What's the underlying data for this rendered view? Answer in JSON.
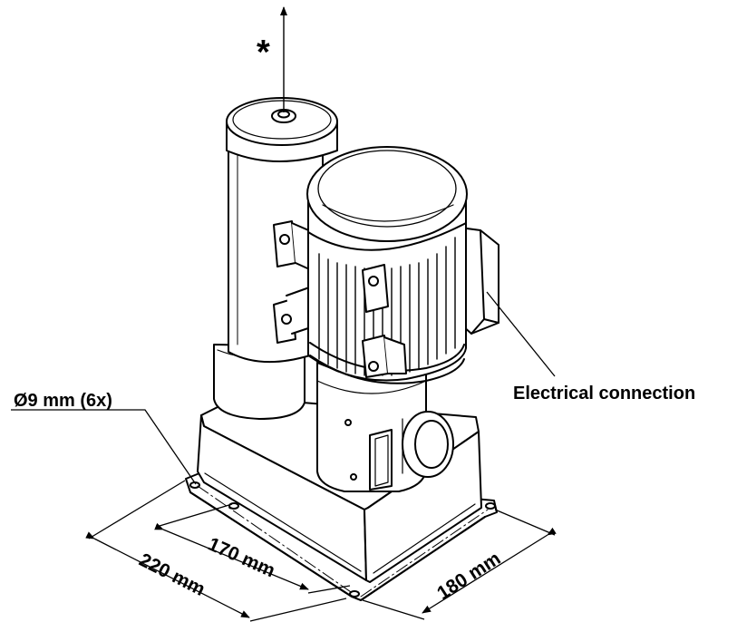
{
  "annotations": {
    "asterisk": "*",
    "electrical_connection": "Electrical connection",
    "hole_callout": "Ø9 mm (6x)"
  },
  "dimensions": {
    "length_outer": "220 mm",
    "length_inner": "170 mm",
    "width": "180 mm"
  }
}
